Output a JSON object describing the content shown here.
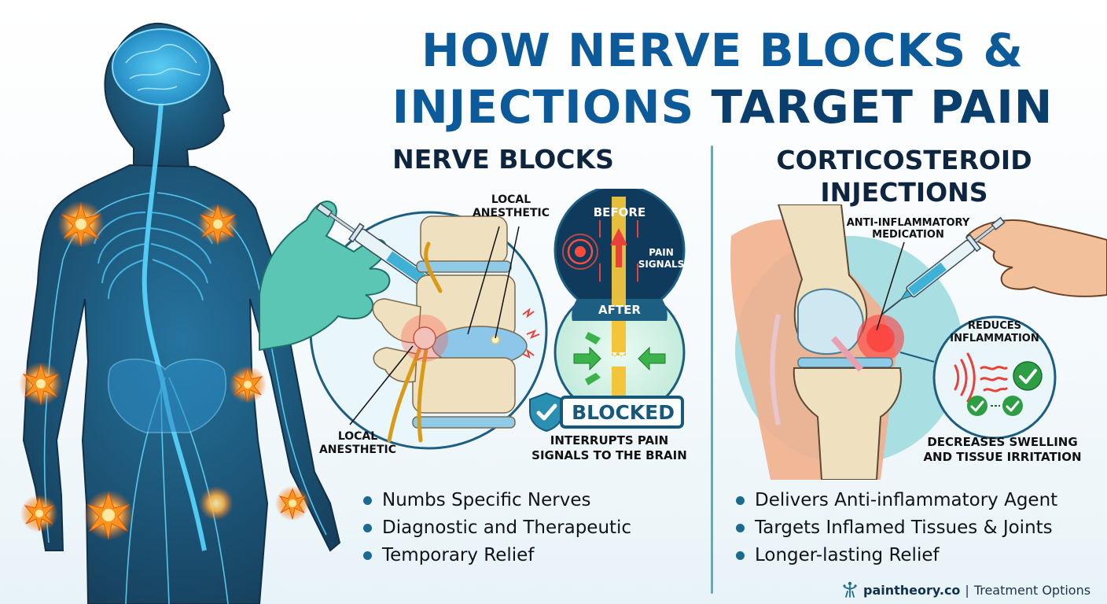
{
  "header": {
    "title_line1": "HOW NERVE BLOCKS &",
    "title_line2_a": "INJECTIONS",
    "title_line2_b": "TARGET PAIN"
  },
  "figure": {
    "description": "Translucent blue human figure showing nervous system",
    "pain_points": [
      "left-shoulder",
      "right-shoulder",
      "left-elbow",
      "right-elbow",
      "left-wrist",
      "right-wrist",
      "left-hip",
      "right-hip"
    ],
    "colors": {
      "body": "#0f4d73",
      "nerves": "#4fd0ff",
      "pain": "#f7931e"
    }
  },
  "nerve_blocks": {
    "title": "NERVE BLOCKS",
    "label_top": "LOCAL\nANESTHETIC",
    "label_top_line1": "LOCAL",
    "label_top_line2": "ANESTHETIC",
    "label_bottom_line1": "LOCAL",
    "label_bottom_line2": "ANESTHETIC",
    "before_label": "BEFORE",
    "pain_signals_line1": "PAIN",
    "pain_signals_line2": "SIGNALS",
    "after_label": "AFTER",
    "blocked_badge": "BLOCKED",
    "caption_line1": "INTERRUPTS PAIN",
    "caption_line2": "SIGNALS TO THE BRAIN",
    "bullets": [
      "Numbs Specific Nerves",
      "Diagnostic and Therapeutic",
      "Temporary Relief"
    ]
  },
  "corticosteroid": {
    "title_line1": "CORTICOSTEROID",
    "title_line2": "INJECTIONS",
    "med_label_line1": "ANTI-INFLAMMATORY",
    "med_label_line2": "MEDICATION",
    "reduces_line1": "REDUCES",
    "reduces_line2": "INFLAMMATION",
    "caption_line1": "DECREASES SWELLING",
    "caption_line2": "AND TISSUE IRRITATION",
    "bullets": [
      "Delivers Anti-inflammatory Agent",
      "Targets Inflamed Tissues & Joints",
      "Longer-lasting Relief"
    ]
  },
  "footer": {
    "brand": "paintheory.co",
    "separator": "|",
    "section": "Treatment Options"
  },
  "colors": {
    "title_blue": "#0c5a99",
    "title_dark_blue": "#0a3e6c",
    "heading_navy": "#0e2540",
    "bullet_dot": "#1b6a8f",
    "divider": "#6fa6b6",
    "glove_teal": "#5cc6b5",
    "check_green": "#2e9e44",
    "inflammation_red": "#e8413a"
  }
}
